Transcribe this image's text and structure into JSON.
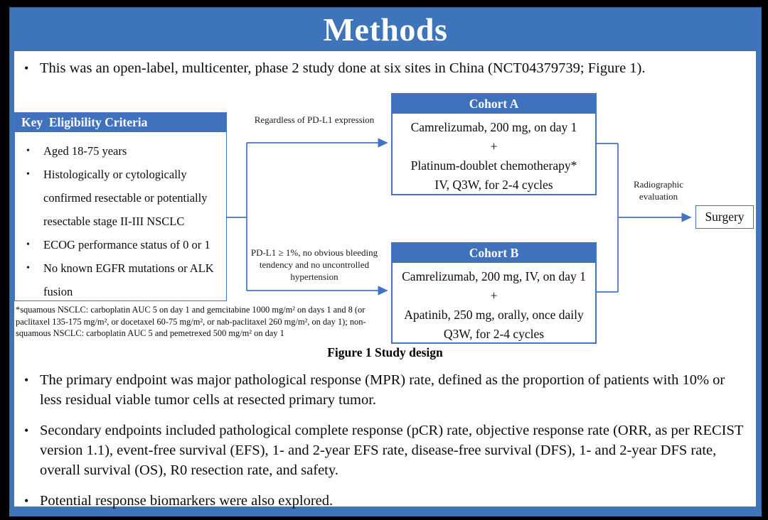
{
  "title": "Methods",
  "chars": {
    "bullet": "•"
  },
  "colors": {
    "frame_blue": "#3d74ba",
    "header_band_blue": "#3f71bc",
    "accent_blue": "#4472c4",
    "text_black": "#0c0c0c",
    "title_white": "#ffffff"
  },
  "bullets": {
    "intro": "This was an open-label, multicenter, phase 2 study done at six sites in China (NCT04379739; Figure 1).",
    "primary": "The primary endpoint was major pathological response (MPR) rate, defined as the proportion of patients with 10% or less residual viable tumor cells at resected primary tumor.",
    "secondary": "Secondary endpoints included pathological complete response (pCR) rate, objective response rate (ORR, as per RECIST version 1.1), event-free survival (EFS), 1- and 2-year EFS rate, disease-free survival (DFS), 1- and 2-year DFS rate, overall survival (OS), R0 resection rate, and safety.",
    "biomarkers": "Potential response biomarkers were also explored."
  },
  "figure": {
    "caption": "Figure 1 Study design",
    "eligibility": {
      "header": "Key  Eligibility Criteria",
      "items": [
        "Aged 18-75 years",
        "Histologically or cytologically confirmed resectable or potentially resectable stage II-III NSCLC",
        "ECOG performance status of 0 or 1",
        "No known EGFR mutations or ALK fusion"
      ]
    },
    "branch_top_label": "Regardless of PD-L1 expression",
    "branch_bottom_label": "PD-L1 ≥ 1%, no obvious bleeding tendency and no uncontrolled hypertension",
    "cohort_a": {
      "header": "Cohort A",
      "lines": [
        "Camrelizumab, 200 mg, on day 1",
        "+",
        "Platinum-doublet chemotherapy*",
        "IV, Q3W, for 2-4 cycles"
      ]
    },
    "cohort_b": {
      "header": "Cohort B",
      "lines": [
        "Camrelizumab, 200 mg, IV, on day 1",
        "+",
        "Apatinib, 250 mg, orally, once daily",
        "Q3W, for 2-4 cycles"
      ]
    },
    "evaluation_label": "Radiographic evaluation",
    "surgery_label": "Surgery",
    "footnote": "*squamous NSCLC: carboplatin AUC 5 on day 1 and gemcitabine 1000 mg/m² on days 1 and 8 (or paclitaxel 135-175 mg/m², or docetaxel 60-75 mg/m², or nab-paclitaxel 260 mg/m², on day 1); non-squamous NSCLC: carboplatin AUC 5 and pemetrexed 500 mg/m² on day 1"
  }
}
